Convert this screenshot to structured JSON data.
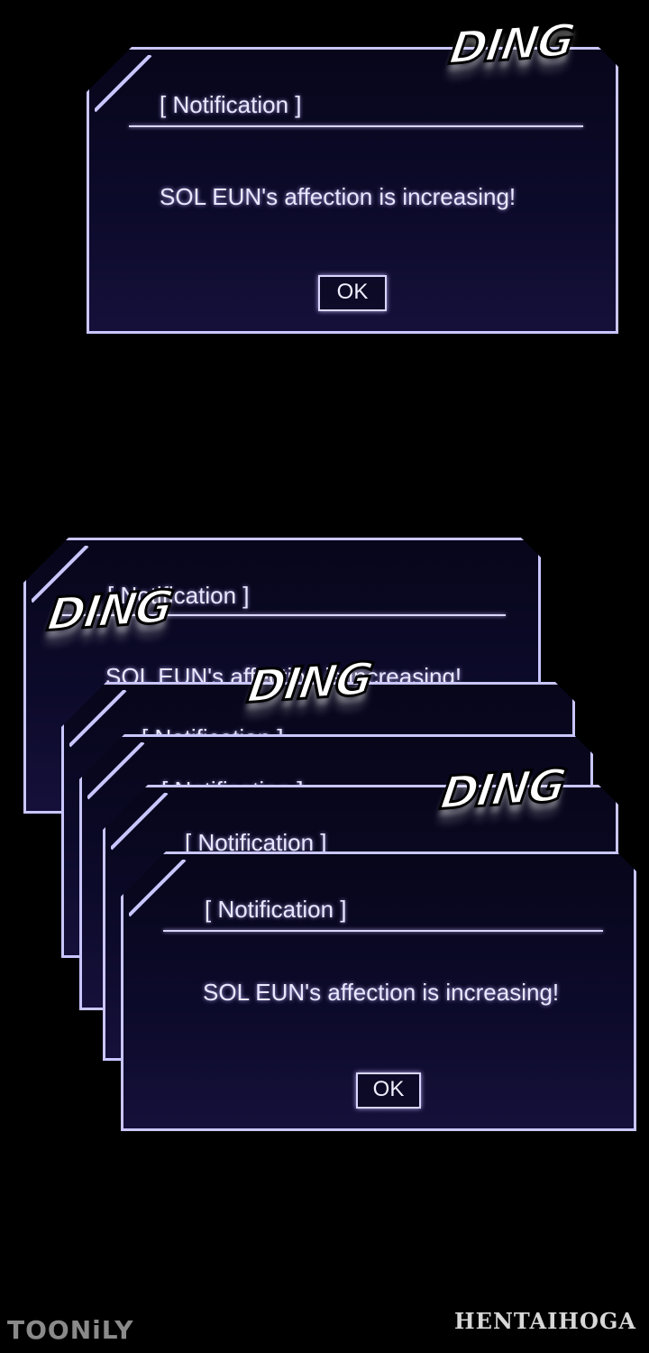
{
  "notification": {
    "title": "[ Notification ]",
    "message": "SOL EUN's affection is increasing!",
    "ok_label": "OK"
  },
  "sound_effects": [
    "DING",
    "DING",
    "DING",
    "DING"
  ],
  "watermarks": {
    "left": "TOONiLY",
    "right": "HENTAIHOGA"
  },
  "colors": {
    "background": "#000000",
    "panel_border": "#c9c6ff",
    "panel_fill": "#0c0a2a",
    "text": "#e9e7ff"
  }
}
